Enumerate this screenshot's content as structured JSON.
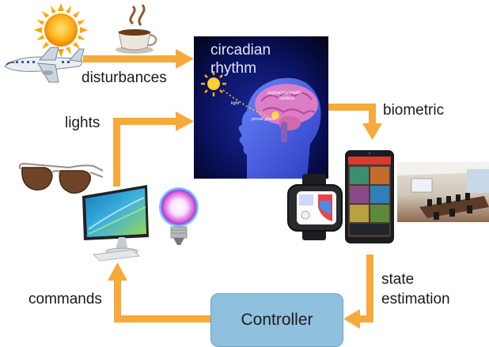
{
  "labels": {
    "disturbances": "disturbances",
    "lights": "lights",
    "biometric": "biometric",
    "state_line1": "state",
    "state_line2": "estimation",
    "commands": "commands",
    "controller": "Controller",
    "brain_line1": "circadian",
    "brain_line2": "rhythm",
    "brain_small1": "suprachiasmatic",
    "brain_small2": "nucleus",
    "brain_small3": "light",
    "brain_small4": "pineal gland"
  },
  "colors": {
    "arrow": "#f5aa3b",
    "controller_fill": "#8fc0dd",
    "brain_bg": "#05082e"
  },
  "icons": [
    "sun-icon",
    "coffee-cup-icon",
    "airplane-icon",
    "sunglasses-icon",
    "monitor-icon",
    "light-bulb-icon",
    "brain-icon",
    "smartwatch-icon",
    "smartphone-icon",
    "conference-room-icon"
  ]
}
